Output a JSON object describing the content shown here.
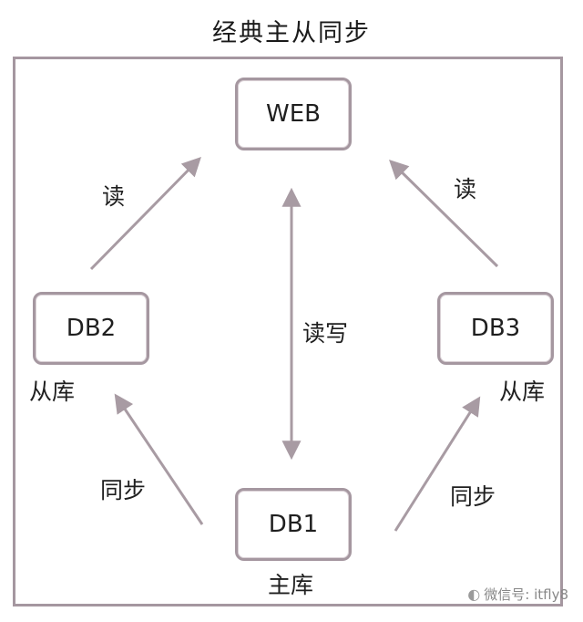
{
  "title": "经典主从同步",
  "nodes": {
    "web": "WEB",
    "db2": "DB2",
    "db3": "DB3",
    "db1": "DB1"
  },
  "labels": {
    "db2_role": "从库",
    "db3_role": "从库",
    "db1_role": "主库",
    "read_left": "读",
    "read_right": "读",
    "read_write": "读写",
    "sync_left": "同步",
    "sync_right": "同步"
  },
  "watermark": "微信号: itfly8",
  "colors": {
    "border": "#a597a0",
    "arrow": "#a89ba3"
  }
}
